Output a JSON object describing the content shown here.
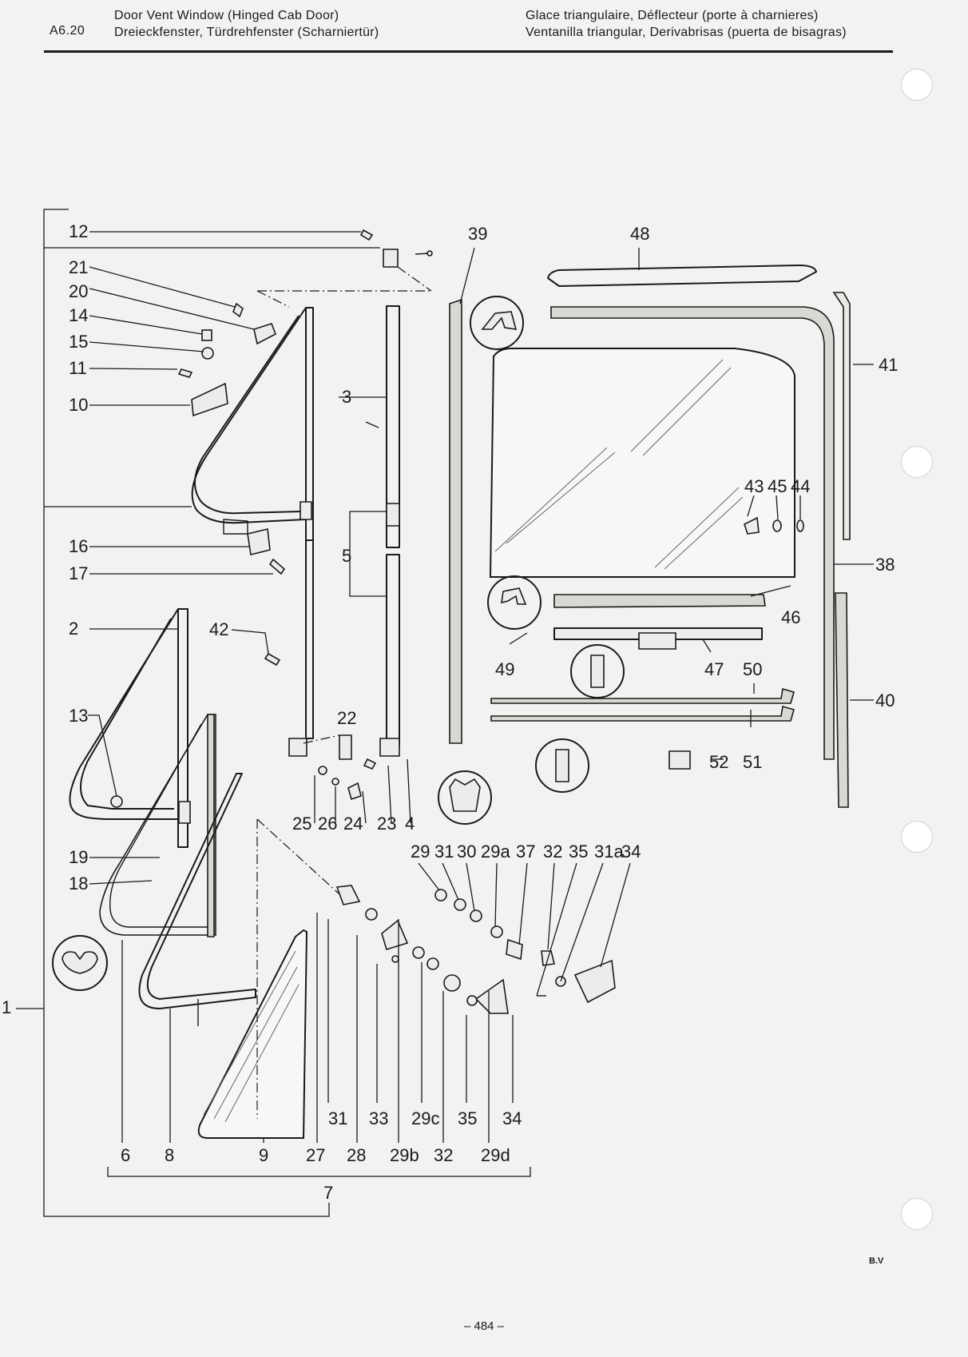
{
  "header": {
    "code": "A6.20",
    "title_en": "Door Vent Window (Hinged Cab Door)",
    "title_de": "Dreieckfenster, Türdrehfenster (Scharniertür)",
    "title_fr": "Glace triangulaire, Déflecteur (porte à charnieres)",
    "title_es": "Ventanilla triangular, Derivabrisas (puerta de bisagras)"
  },
  "callouts": {
    "c1": "1",
    "c2": "2",
    "c3": "3",
    "c4": "4",
    "c5": "5",
    "c6": "6",
    "c7": "7",
    "c8": "8",
    "c9": "9",
    "c10": "10",
    "c11": "11",
    "c12": "12",
    "c13": "13",
    "c14": "14",
    "c15": "15",
    "c16": "16",
    "c17": "17",
    "c18": "18",
    "c19": "19",
    "c20": "20",
    "c21": "21",
    "c22": "22",
    "c23": "23",
    "c24": "24",
    "c25": "25",
    "c26": "26",
    "c27": "27",
    "c28": "28",
    "c29": "29",
    "c29a": "29a",
    "c29b": "29b",
    "c29c": "29c",
    "c29d": "29d",
    "c30": "30",
    "c31_top": "31",
    "c31_bottom": "31",
    "c31a": "31a",
    "c32_top": "32",
    "c32_bottom": "32",
    "c33": "33",
    "c34_top": "34",
    "c34_bottom": "34",
    "c35_top": "35",
    "c35_bottom": "35",
    "c37": "37",
    "c38": "38",
    "c39": "39",
    "c40": "40",
    "c41": "41",
    "c42": "42",
    "c43": "43",
    "c44": "44",
    "c45": "45",
    "c46": "46",
    "c47": "47",
    "c48": "48",
    "c49": "49",
    "c50": "50",
    "c51": "51",
    "c52": "52"
  },
  "footer": {
    "page_number": "– 484 –",
    "tag": "B.V"
  }
}
